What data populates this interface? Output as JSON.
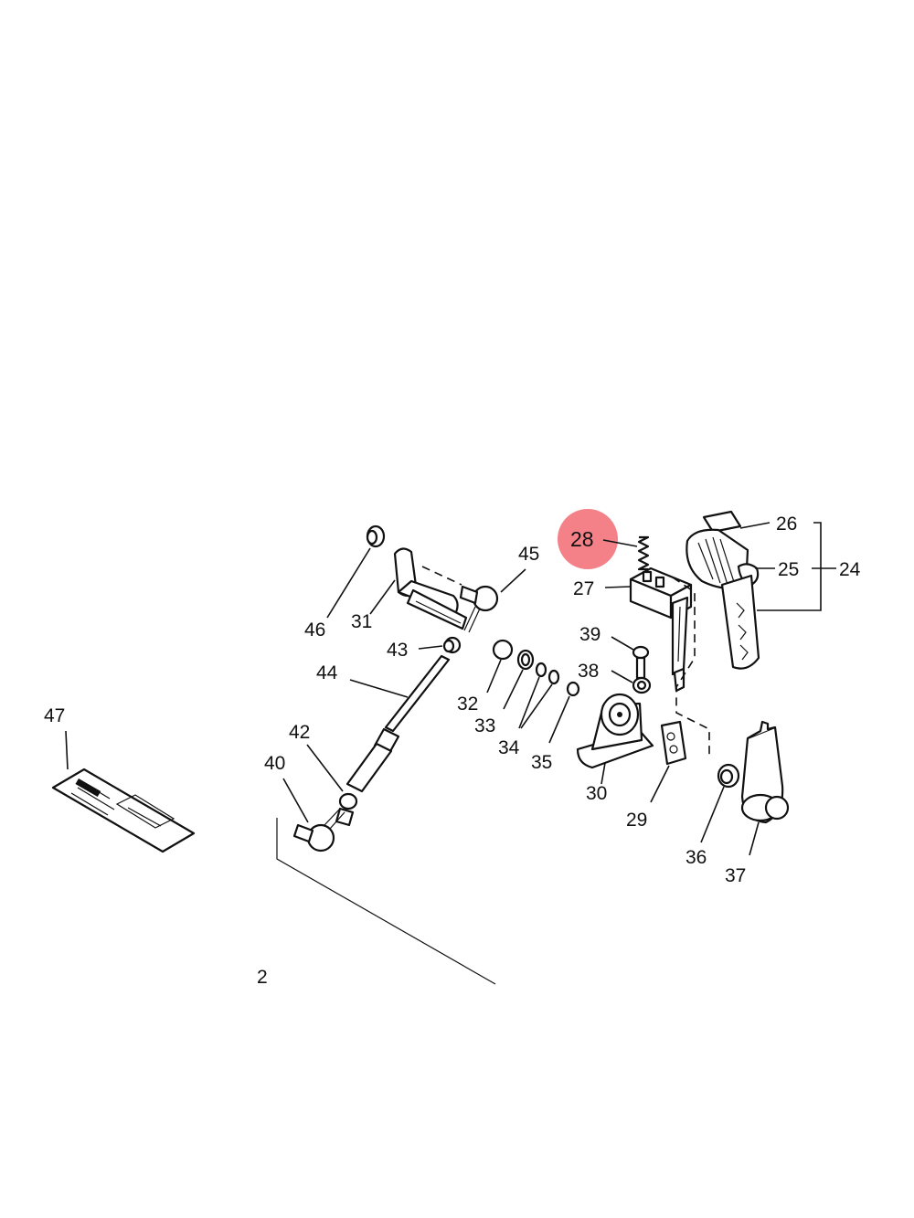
{
  "diagram": {
    "highlight_color": "#f26b73",
    "highlighted_label": "28",
    "labels": {
      "l24": "24",
      "l25": "25",
      "l26": "26",
      "l27": "27",
      "l28": "28",
      "l29": "29",
      "l30": "30",
      "l31": "31",
      "l32": "32",
      "l33": "33",
      "l34": "34",
      "l35": "35",
      "l36": "36",
      "l37": "37",
      "l38": "38",
      "l39": "39",
      "l40": "40",
      "l42": "42",
      "l43": "43",
      "l44": "44",
      "l45": "45",
      "l46": "46",
      "l47": "47",
      "l2": "2"
    }
  }
}
